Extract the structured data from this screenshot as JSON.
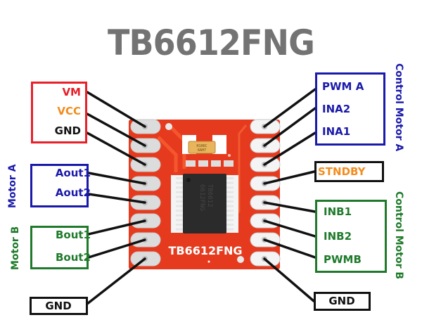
{
  "title": "TB6612FNG",
  "colors": {
    "red": "#e8202a",
    "orange": "#f28c1e",
    "black": "#111111",
    "blue": "#1a1aaa",
    "green": "#1e7a2a",
    "title_gray": "#737373",
    "pcb": "#e53a1e"
  },
  "board": {
    "silkscreen": "TB6612FNG",
    "chip_marking": [
      "TB6612",
      "6612FNG"
    ],
    "capacitor_marking": [
      "H106C",
      "6AH7"
    ]
  },
  "left_groups": [
    {
      "id": "power",
      "color": "red",
      "pins": [
        {
          "label": "VM",
          "color": "red"
        },
        {
          "label": "VCC",
          "color": "orange"
        },
        {
          "label": "GND",
          "color": "black"
        }
      ]
    },
    {
      "id": "motor-a",
      "color": "blue",
      "side_label": "Motor A",
      "pins": [
        {
          "label": "Aout1",
          "color": "blue"
        },
        {
          "label": "Aout2",
          "color": "blue"
        }
      ]
    },
    {
      "id": "motor-b",
      "color": "green",
      "side_label": "Motor B",
      "pins": [
        {
          "label": "Bout1",
          "color": "green"
        },
        {
          "label": "Bout2",
          "color": "green"
        }
      ]
    },
    {
      "id": "gnd-left",
      "color": "black",
      "pins": [
        {
          "label": "GND",
          "color": "black"
        }
      ]
    }
  ],
  "right_groups": [
    {
      "id": "control-a",
      "color": "blue",
      "side_label": "Control Motor A",
      "pins": [
        {
          "label": "PWM A",
          "color": "blue"
        },
        {
          "label": "INA2",
          "color": "blue"
        },
        {
          "label": "INA1",
          "color": "blue"
        }
      ]
    },
    {
      "id": "standby",
      "color": "black",
      "pins": [
        {
          "label": "STNDBY",
          "color": "orange"
        }
      ]
    },
    {
      "id": "control-b",
      "color": "green",
      "side_label": "Control Motor B",
      "pins": [
        {
          "label": "INB1",
          "color": "green"
        },
        {
          "label": "INB2",
          "color": "green"
        },
        {
          "label": "PWMB",
          "color": "green"
        }
      ]
    },
    {
      "id": "gnd-right",
      "color": "black",
      "pins": [
        {
          "label": "GND",
          "color": "black"
        }
      ]
    }
  ]
}
